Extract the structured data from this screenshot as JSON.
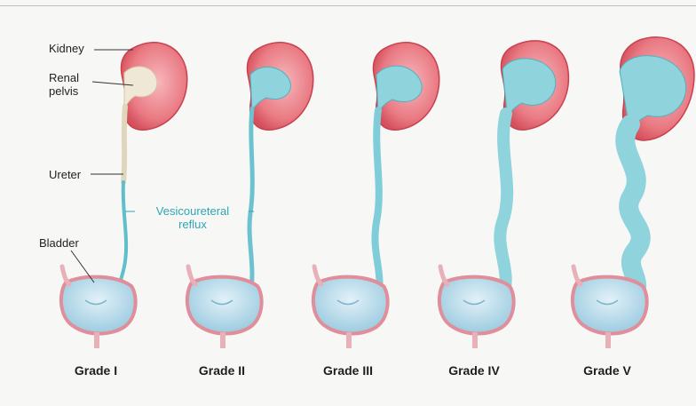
{
  "labels": {
    "kidney": "Kidney",
    "renal_pelvis_line1": "Renal",
    "renal_pelvis_line2": "pelvis",
    "ureter": "Ureter",
    "bladder": "Bladder",
    "reflux_line1": "Vesicoureteral",
    "reflux_line2": "reflux"
  },
  "grades": [
    "Grade I",
    "Grade II",
    "Grade III",
    "Grade IV",
    "Grade V"
  ],
  "colors": {
    "kidney": "#e8707a",
    "kidney_edge": "#c9404e",
    "reflux": "#8fd3dc",
    "reflux_line": "#2fa6b4",
    "bladder_fill": "#b7d9ea",
    "bladder_wall": "#e89aa5",
    "normal_tissue": "#e6dcc4"
  }
}
